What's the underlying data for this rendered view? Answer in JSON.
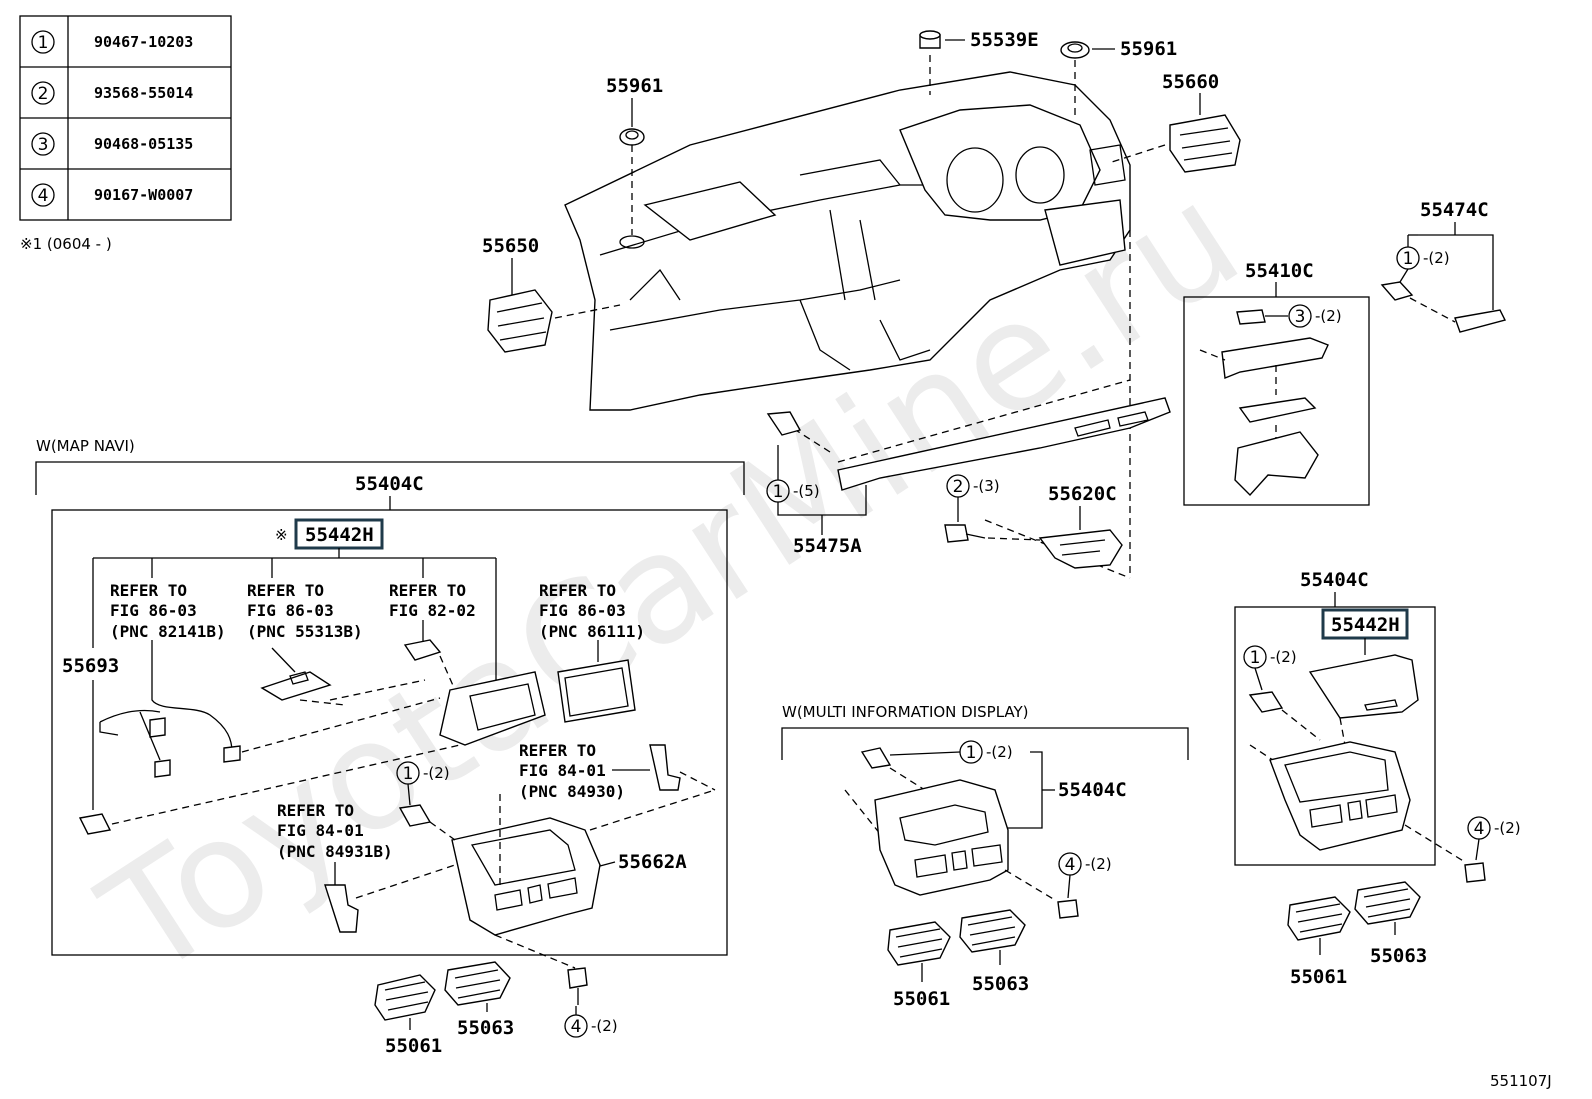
{
  "watermark": "ToyotaCarMine.ru",
  "figure_code": "551107J",
  "parts_table": [
    {
      "n": "1",
      "part": "90467-10203"
    },
    {
      "n": "2",
      "part": "93568-55014"
    },
    {
      "n": "3",
      "part": "90468-05135"
    },
    {
      "n": "4",
      "part": "90167-W0007"
    }
  ],
  "note": "※1 (0604 -        )",
  "labels": {
    "p55539E": "55539E",
    "p55961a": "55961",
    "p55961b": "55961",
    "p55660": "55660",
    "p55650": "55650",
    "p55474C": "55474C",
    "p55410C": "55410C",
    "p55475A": "55475A",
    "p55620C": "55620C",
    "p55404C_top": "55404C",
    "p55442H_a": "55442H",
    "p55693": "55693",
    "p55662A": "55662A",
    "p55061a": "55061",
    "p55063a": "55063",
    "p55404C_mid": "55404C",
    "p55061b": "55061",
    "p55063b": "55063",
    "p55404C_right": "55404C",
    "p55442H_b": "55442H",
    "p55061c": "55061",
    "p55063c": "55063"
  },
  "captions": {
    "map_navi": "W(MAP NAVI)",
    "multi_info": "W(MULTI INFORMATION DISPLAY)",
    "star": "※"
  },
  "refs": {
    "r1": [
      "REFER TO",
      "FIG 86-03",
      "(PNC 82141B)"
    ],
    "r2": [
      "REFER TO",
      "FIG 86-03",
      "(PNC 55313B)"
    ],
    "r3": [
      "REFER TO",
      "FIG 82-02"
    ],
    "r4": [
      "REFER TO",
      "FIG 86-03",
      "(PNC 86111)"
    ],
    "r5": [
      "REFER TO",
      "FIG 84-01",
      "(PNC 84930)"
    ],
    "r6": [
      "REFER TO",
      "FIG 84-01",
      "(PNC 84931B)"
    ]
  },
  "callouts": {
    "c474": {
      "n": "1",
      "q": "-(2)"
    },
    "c410": {
      "n": "3",
      "q": "-(2)"
    },
    "c475": {
      "n": "1",
      "q": "-(5)"
    },
    "c620": {
      "n": "2",
      "q": "-(3)"
    },
    "cnav1": {
      "n": "1",
      "q": "-(2)"
    },
    "cnav4": {
      "n": "4",
      "q": "-(2)"
    },
    "cmid1": {
      "n": "1",
      "q": "-(2)"
    },
    "cmid4": {
      "n": "4",
      "q": "-(2)"
    },
    "cr1": {
      "n": "1",
      "q": "-(2)"
    },
    "cr4": {
      "n": "4",
      "q": "-(2)"
    }
  }
}
